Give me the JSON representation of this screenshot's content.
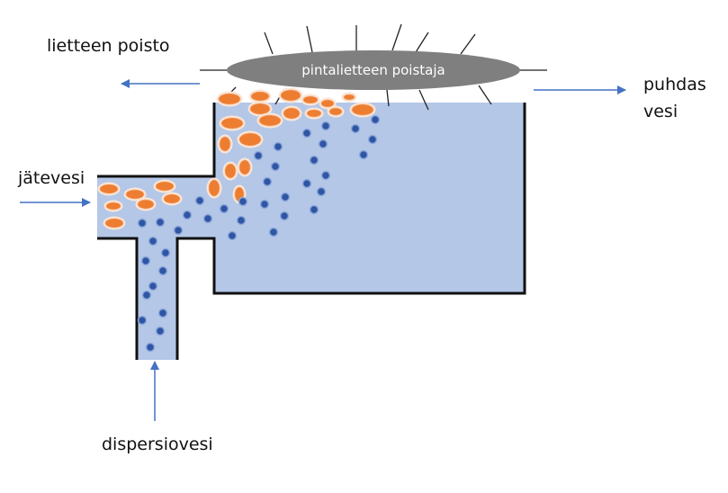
{
  "labels": {
    "sludge_removal": "lietteen poisto",
    "skimmer": "pintalietteen poistaja",
    "clean_water_1": "puhdas",
    "clean_water_2": "vesi",
    "wastewater": "jätevesi",
    "dispersion_water": "dispersiovesi"
  },
  "colors": {
    "water": "#b4c7e7",
    "tank_wall": "#111111",
    "arrow": "#4472c4",
    "bubble_fill": "#2f55a4",
    "bubble_stroke": "#8faadc",
    "sludge_fill": "#ed7d31",
    "sludge_halo": "#fbe5d6",
    "skimmer_fill": "#7f7f7f",
    "skimmer_text": "#ffffff"
  },
  "icons": {
    "skimmer": "ellipse-with-radiating-blades",
    "bubble": "blue-circle",
    "sludge_floc": "orange-blob"
  }
}
